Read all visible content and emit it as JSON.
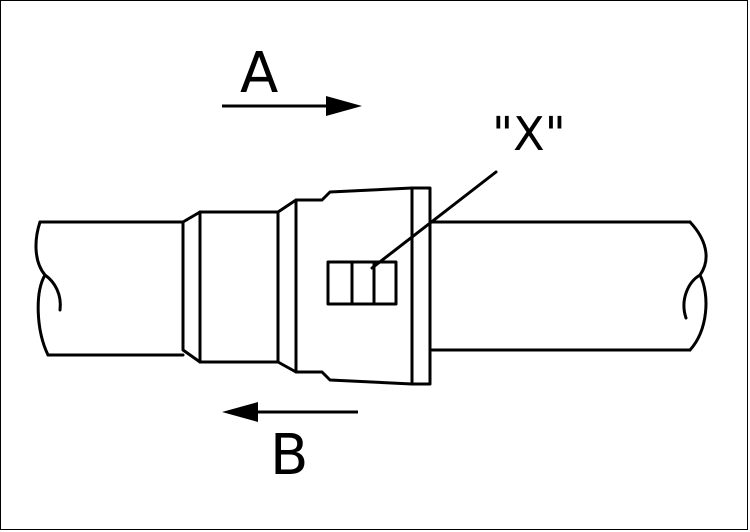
{
  "labels": {
    "a": "A",
    "b": "B",
    "x": "\"X\""
  },
  "colors": {
    "line": "#000000",
    "background": "#ffffff"
  }
}
